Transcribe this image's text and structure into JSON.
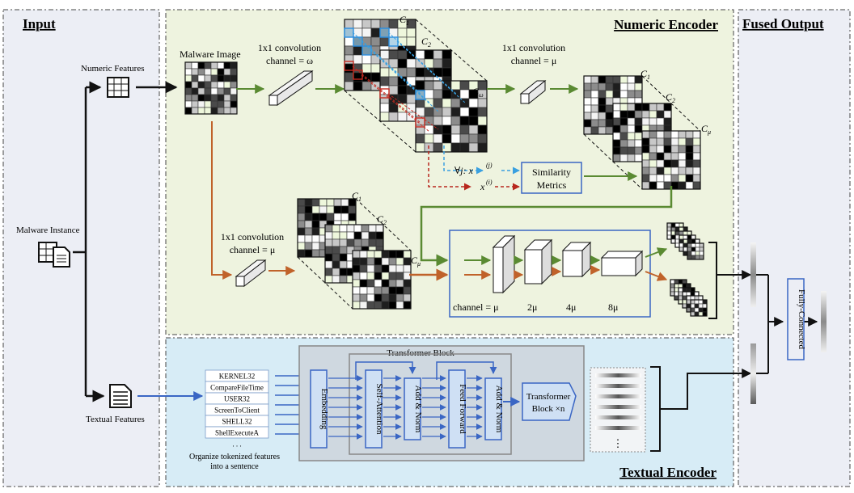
{
  "panels": {
    "input_title": "Input",
    "numeric_title": "Numeric Encoder",
    "fused_title": "Fused Output",
    "textual_title": "Textual Encoder"
  },
  "input": {
    "numeric_features": "Numeric Features",
    "malware_instance": "Malware Instance",
    "textual_features": "Textual Features"
  },
  "numeric": {
    "malware_image": "Malware Image",
    "conv_omega": [
      "1x1 convolution",
      "channel = ω"
    ],
    "conv_mu_top": [
      "1x1 convolution",
      "channel = μ"
    ],
    "conv_mu_bottom": [
      "1x1 convolution",
      "channel = μ"
    ],
    "c1": "C",
    "c1_sub": "1",
    "c2": "C",
    "c2_sub": "2",
    "c_omega": "C",
    "c_omega_sub": "ω",
    "c_mu": "C",
    "c_mu_sub": "μ",
    "forall_label": "∀j: x",
    "forall_sup": "(j)",
    "xi_label": "x",
    "xi_sup": "(i)",
    "similarity": [
      "Similarity",
      "Metrics"
    ],
    "channel_labels": [
      "channel = μ",
      "2μ",
      "4μ",
      "8μ"
    ]
  },
  "textual": {
    "tokens": [
      "KERNEL32",
      "CompareFileTime",
      "USER32",
      "ScreenToClient",
      "SHELL32",
      "ShellExecuteA",
      ". . ."
    ],
    "organize_caption": [
      "Organize tokenized features",
      "into a sentence"
    ],
    "transformer_block": "Transformer Block",
    "embedding": "Embedding",
    "self_attention": "Self-Attention",
    "add_norm": "Add & Norm",
    "feed_forward": "Feed Forward",
    "transformer_n": [
      "Transformer",
      "Block ×n"
    ],
    "ellipsis": "⋮"
  },
  "fused": {
    "fully_connected": "Fully-Connected"
  },
  "colors": {
    "green_arrow": "#5a8a32",
    "orange_arrow": "#c0622a",
    "blue_arrow": "#3a66c4",
    "numeric_bg": "#eef3df",
    "textual_bg": "#d7ecf6",
    "side_bg": "#eceef5"
  }
}
